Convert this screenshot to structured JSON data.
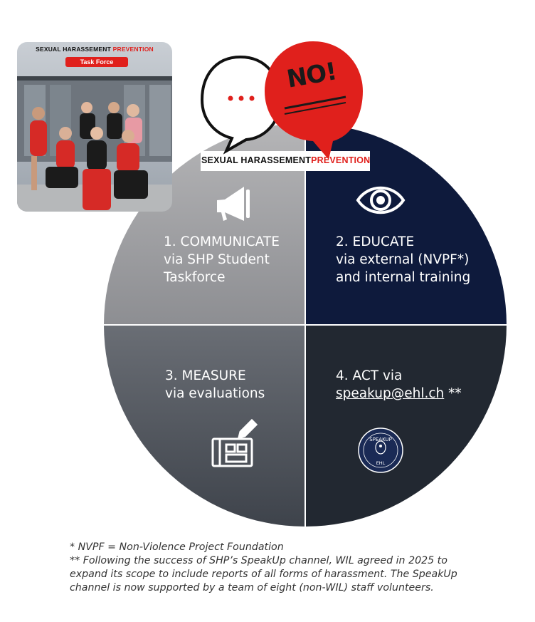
{
  "photo": {
    "banner_black": "SEXUAL HARASSEMENT",
    "banner_red": "PREVENTION",
    "pill": "Task Force"
  },
  "logo": {
    "bubble_dots": "...",
    "no": "NO!",
    "title_black": "SEXUAL HARASSEMENT",
    "title_red": "PREVENTION"
  },
  "quadrants": {
    "q1": {
      "line1": "1. COMMUNICATE",
      "line2": "via SHP Student",
      "line3": "Taskforce",
      "icon": "megaphone-icon"
    },
    "q2": {
      "line1": "2. EDUCATE",
      "line2": "via external (NVPF*)",
      "line3": "and internal training",
      "icon": "eye-icon"
    },
    "q3": {
      "line1": "3. MEASURE",
      "line2": "via evaluations",
      "icon": "blueprint-pencil-icon"
    },
    "q4": {
      "line1_prefix": "4. ACT  via",
      "email": "speakup@ehl.ch",
      "email_suffix": " **",
      "icon": "speakup-ehl-logo",
      "badge_top": "SPEAKUP",
      "badge_bottom": "EHL"
    }
  },
  "colors": {
    "q1": "#a6a6a8",
    "q2": "#0e1a3c",
    "q3": "#5f636b",
    "q4": "#222831",
    "accent_red": "#e0201c"
  },
  "footnotes": {
    "note1": "* NVPF = Non-Violence Project Foundation",
    "note2_line1": "** Following the success of SHP’s SpeakUp channel, WIL agreed in 2025 to",
    "note2_line2": "expand its scope to include reports of all forms of harassment. The SpeakUp",
    "note2_line3": "channel is now supported by a team of eight (non-WIL) staff volunteers."
  }
}
